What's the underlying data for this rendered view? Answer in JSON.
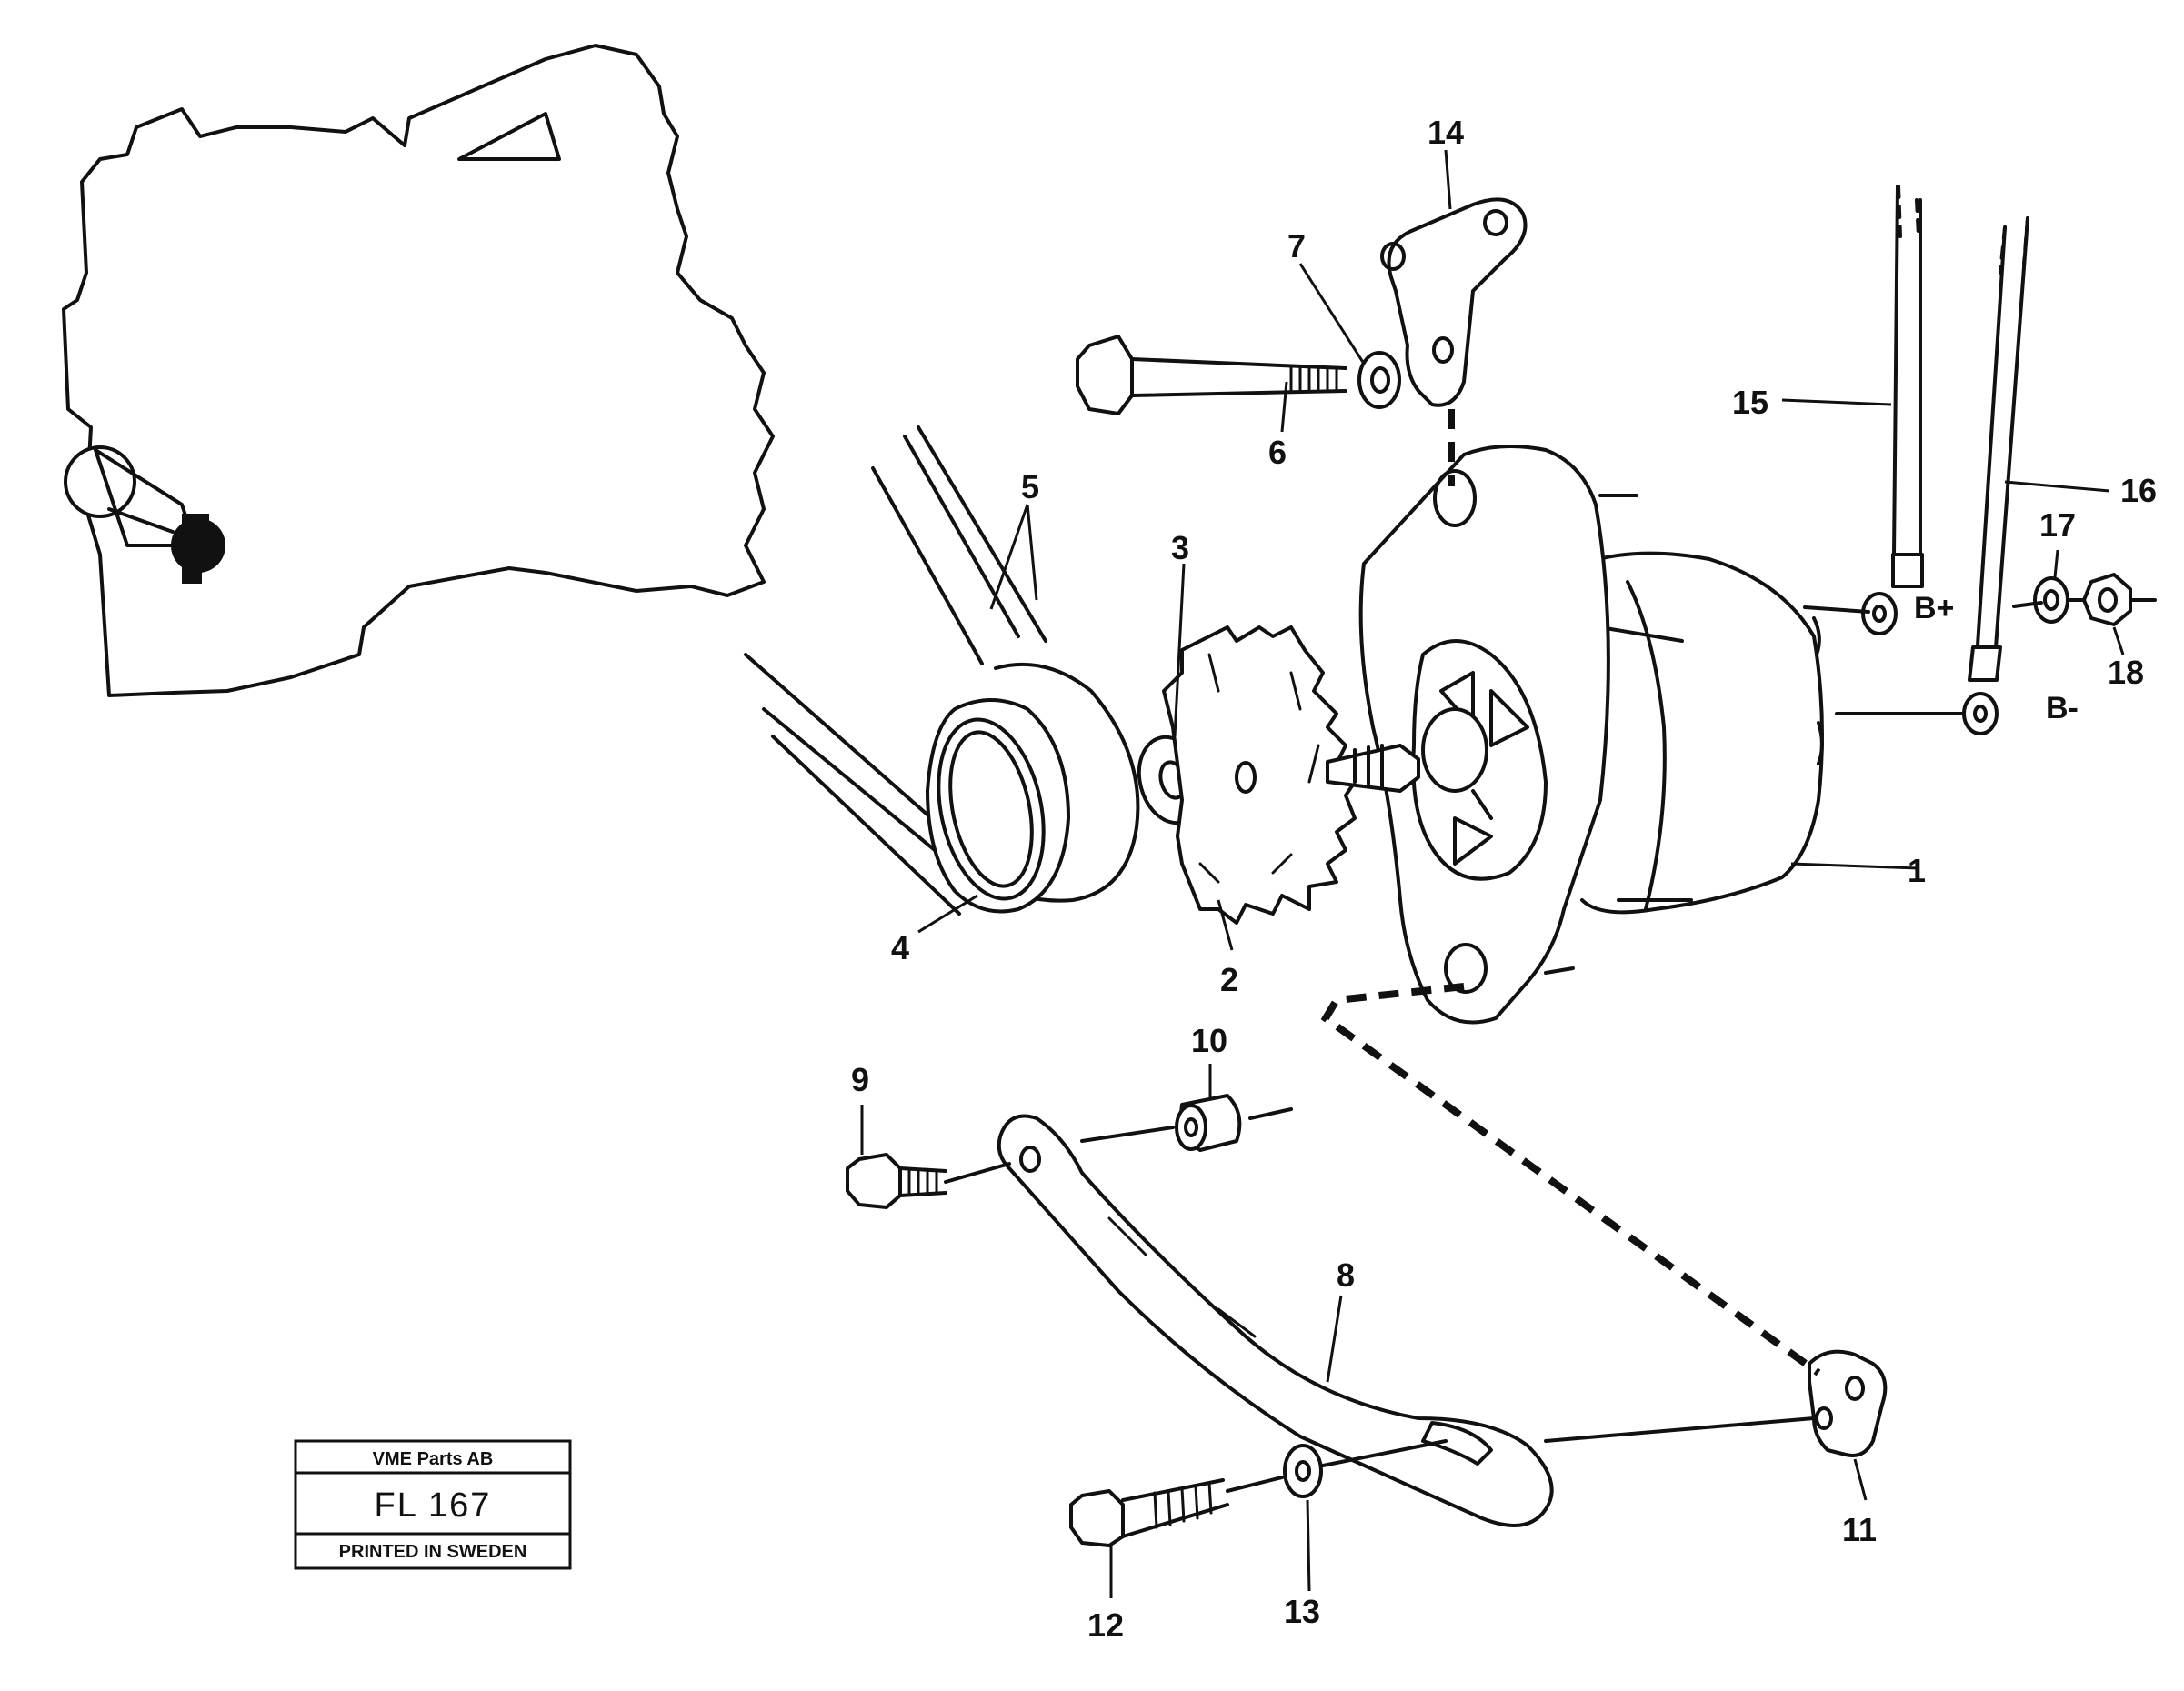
{
  "callouts": [
    {
      "id": "1",
      "text": "1"
    },
    {
      "id": "2",
      "text": "2"
    },
    {
      "id": "3",
      "text": "3"
    },
    {
      "id": "4",
      "text": "4"
    },
    {
      "id": "5",
      "text": "5"
    },
    {
      "id": "6",
      "text": "6"
    },
    {
      "id": "7",
      "text": "7"
    },
    {
      "id": "8",
      "text": "8"
    },
    {
      "id": "9",
      "text": "9"
    },
    {
      "id": "10",
      "text": "10"
    },
    {
      "id": "11",
      "text": "11"
    },
    {
      "id": "12",
      "text": "12"
    },
    {
      "id": "13",
      "text": "13"
    },
    {
      "id": "14",
      "text": "14"
    },
    {
      "id": "15",
      "text": "15"
    },
    {
      "id": "16",
      "text": "16"
    },
    {
      "id": "17",
      "text": "17"
    },
    {
      "id": "18",
      "text": "18"
    }
  ],
  "terminals": {
    "b_plus": "B+",
    "b_minus": "B-"
  },
  "stamp": {
    "company": "VME Parts AB",
    "code": "FL 167",
    "footer": "PRINTED IN SWEDEN"
  }
}
